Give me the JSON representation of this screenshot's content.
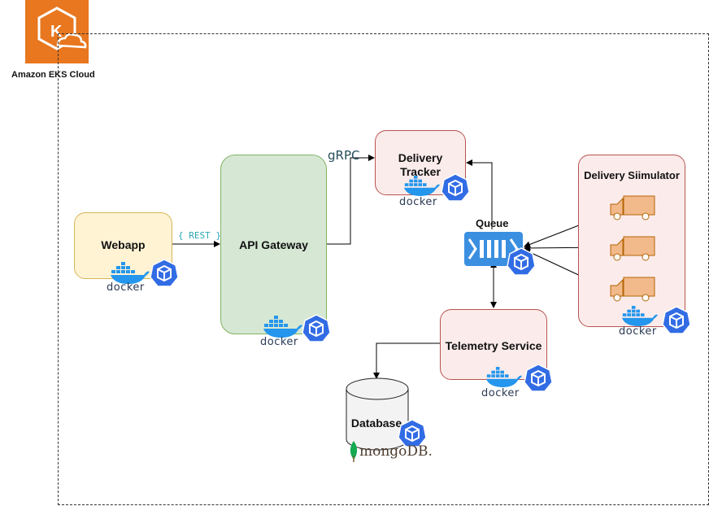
{
  "cloud": {
    "label": "Amazon EKS Cloud"
  },
  "nodes": {
    "webapp": {
      "label": "Webapp"
    },
    "api_gateway": {
      "label": "API Gateway"
    },
    "delivery_tracker": {
      "label_line1": "Delivery",
      "label_line2": "Tracker"
    },
    "queue": {
      "label": "Queue"
    },
    "delivery_simulator": {
      "label": "Delivery Siimulator"
    },
    "telemetry_service": {
      "label": "Telemetry Service"
    },
    "database": {
      "label": "Database"
    }
  },
  "edge_labels": {
    "rest": "{ REST }",
    "grpc": "gRPC"
  },
  "logos": {
    "docker": "docker",
    "mongodb": "mongoDB."
  },
  "colors": {
    "eks_orange": "#e8771f",
    "k8s_blue": "#326ce5",
    "docker_blue": "#2496ed",
    "queue_blue": "#3b8fe0",
    "webapp_fill": "#fff3d4",
    "gateway_fill": "#d6e8d4",
    "service_fill": "#f8cecc",
    "truck_fill": "#f2b98b"
  }
}
